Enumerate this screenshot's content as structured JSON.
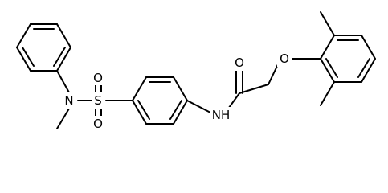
{
  "molecule": {
    "atoms": {
      "n_amine": "N",
      "s_sulfonyl": "S",
      "o_sulfonyl_top": "O",
      "o_sulfonyl_bottom": "O",
      "nh_amide": "NH",
      "o_carbonyl": "O",
      "o_ether": "O"
    }
  }
}
